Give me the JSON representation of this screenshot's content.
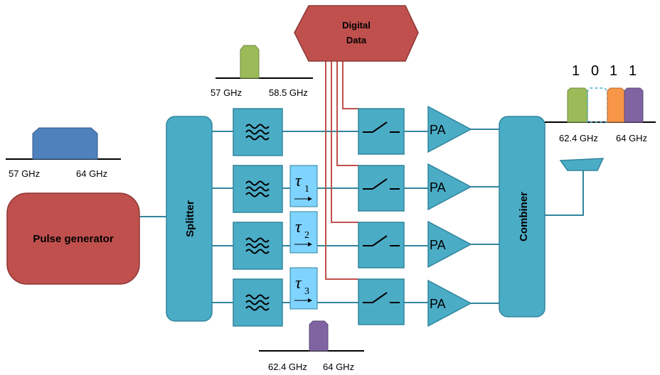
{
  "pulse_generator": {
    "label": "Pulse generator"
  },
  "splitter": {
    "label": "Splitter"
  },
  "combiner": {
    "label": "Combiner"
  },
  "digital_data": {
    "line1": "Digital",
    "line2": "Data"
  },
  "amplifier_label": "PA",
  "delays": [
    {
      "symbol": "τ",
      "sub": "1"
    },
    {
      "symbol": "τ",
      "sub": "2"
    },
    {
      "symbol": "τ",
      "sub": "3"
    }
  ],
  "input_spectrum": {
    "low": "57 GHz",
    "high": "64 GHz",
    "color": "#4f81bd"
  },
  "filter1_spectrum": {
    "low": "57 GHz",
    "high": "58.5 GHz",
    "color": "#9bbb59"
  },
  "filter4_spectrum": {
    "low": "62.4 GHz",
    "high": "64 GHz",
    "color": "#8064a2"
  },
  "output_spectrum": {
    "low": "62.4 GHz",
    "high": "64 GHz",
    "bits": [
      "1",
      "0",
      "1",
      "1"
    ],
    "colors": [
      "#9bbb59",
      "#4bacc6",
      "#f79646",
      "#8064a2"
    ]
  },
  "colors": {
    "block_fill": "#4bacc6",
    "block_stroke": "#31859c",
    "generator_fill": "#c0504d",
    "generator_stroke": "#8c3836",
    "delay_fill": "#7fd3ff",
    "data_line": "#c0504d"
  },
  "icons": [
    "filter-icon",
    "switch-icon",
    "amplifier-icon",
    "antenna-icon",
    "delay-icon"
  ]
}
